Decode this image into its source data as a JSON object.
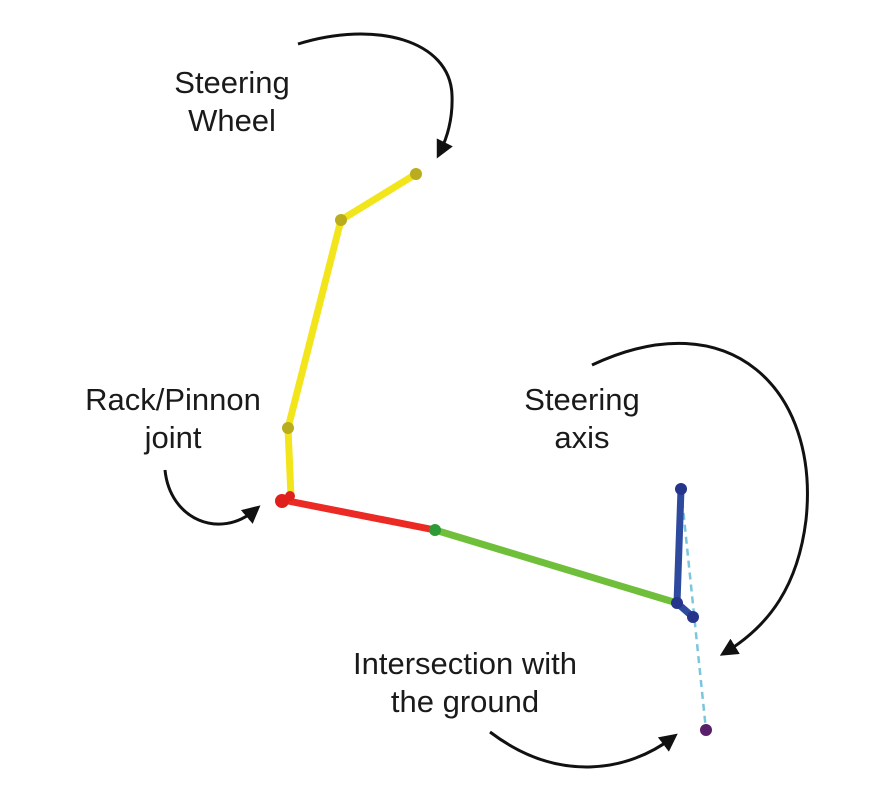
{
  "labels": {
    "steering_wheel": {
      "line1": "Steering",
      "line2": "Wheel"
    },
    "rack_pinion": {
      "line1": "Rack/Pinnon",
      "line2": "joint"
    },
    "steering_axis": {
      "line1": "Steering",
      "line2": "axis"
    },
    "ground": {
      "line1": "Intersection with",
      "line2": "the ground"
    }
  },
  "colors": {
    "steering_column": "#f2e51c",
    "steering_joint": "#b9ad1e",
    "rack_joint": "#e0201c",
    "rack_link": "#ec2a24",
    "tie_rod": "#6fbf3a",
    "tie_rod_joint": "#2d9a36",
    "upright": "#2e4a9e",
    "upright_joint": "#26358c",
    "axis_dashed": "#7cc6dc",
    "ground_point": "#5a1f6a",
    "arrow": "#111111",
    "text": "#1a1a1a"
  }
}
